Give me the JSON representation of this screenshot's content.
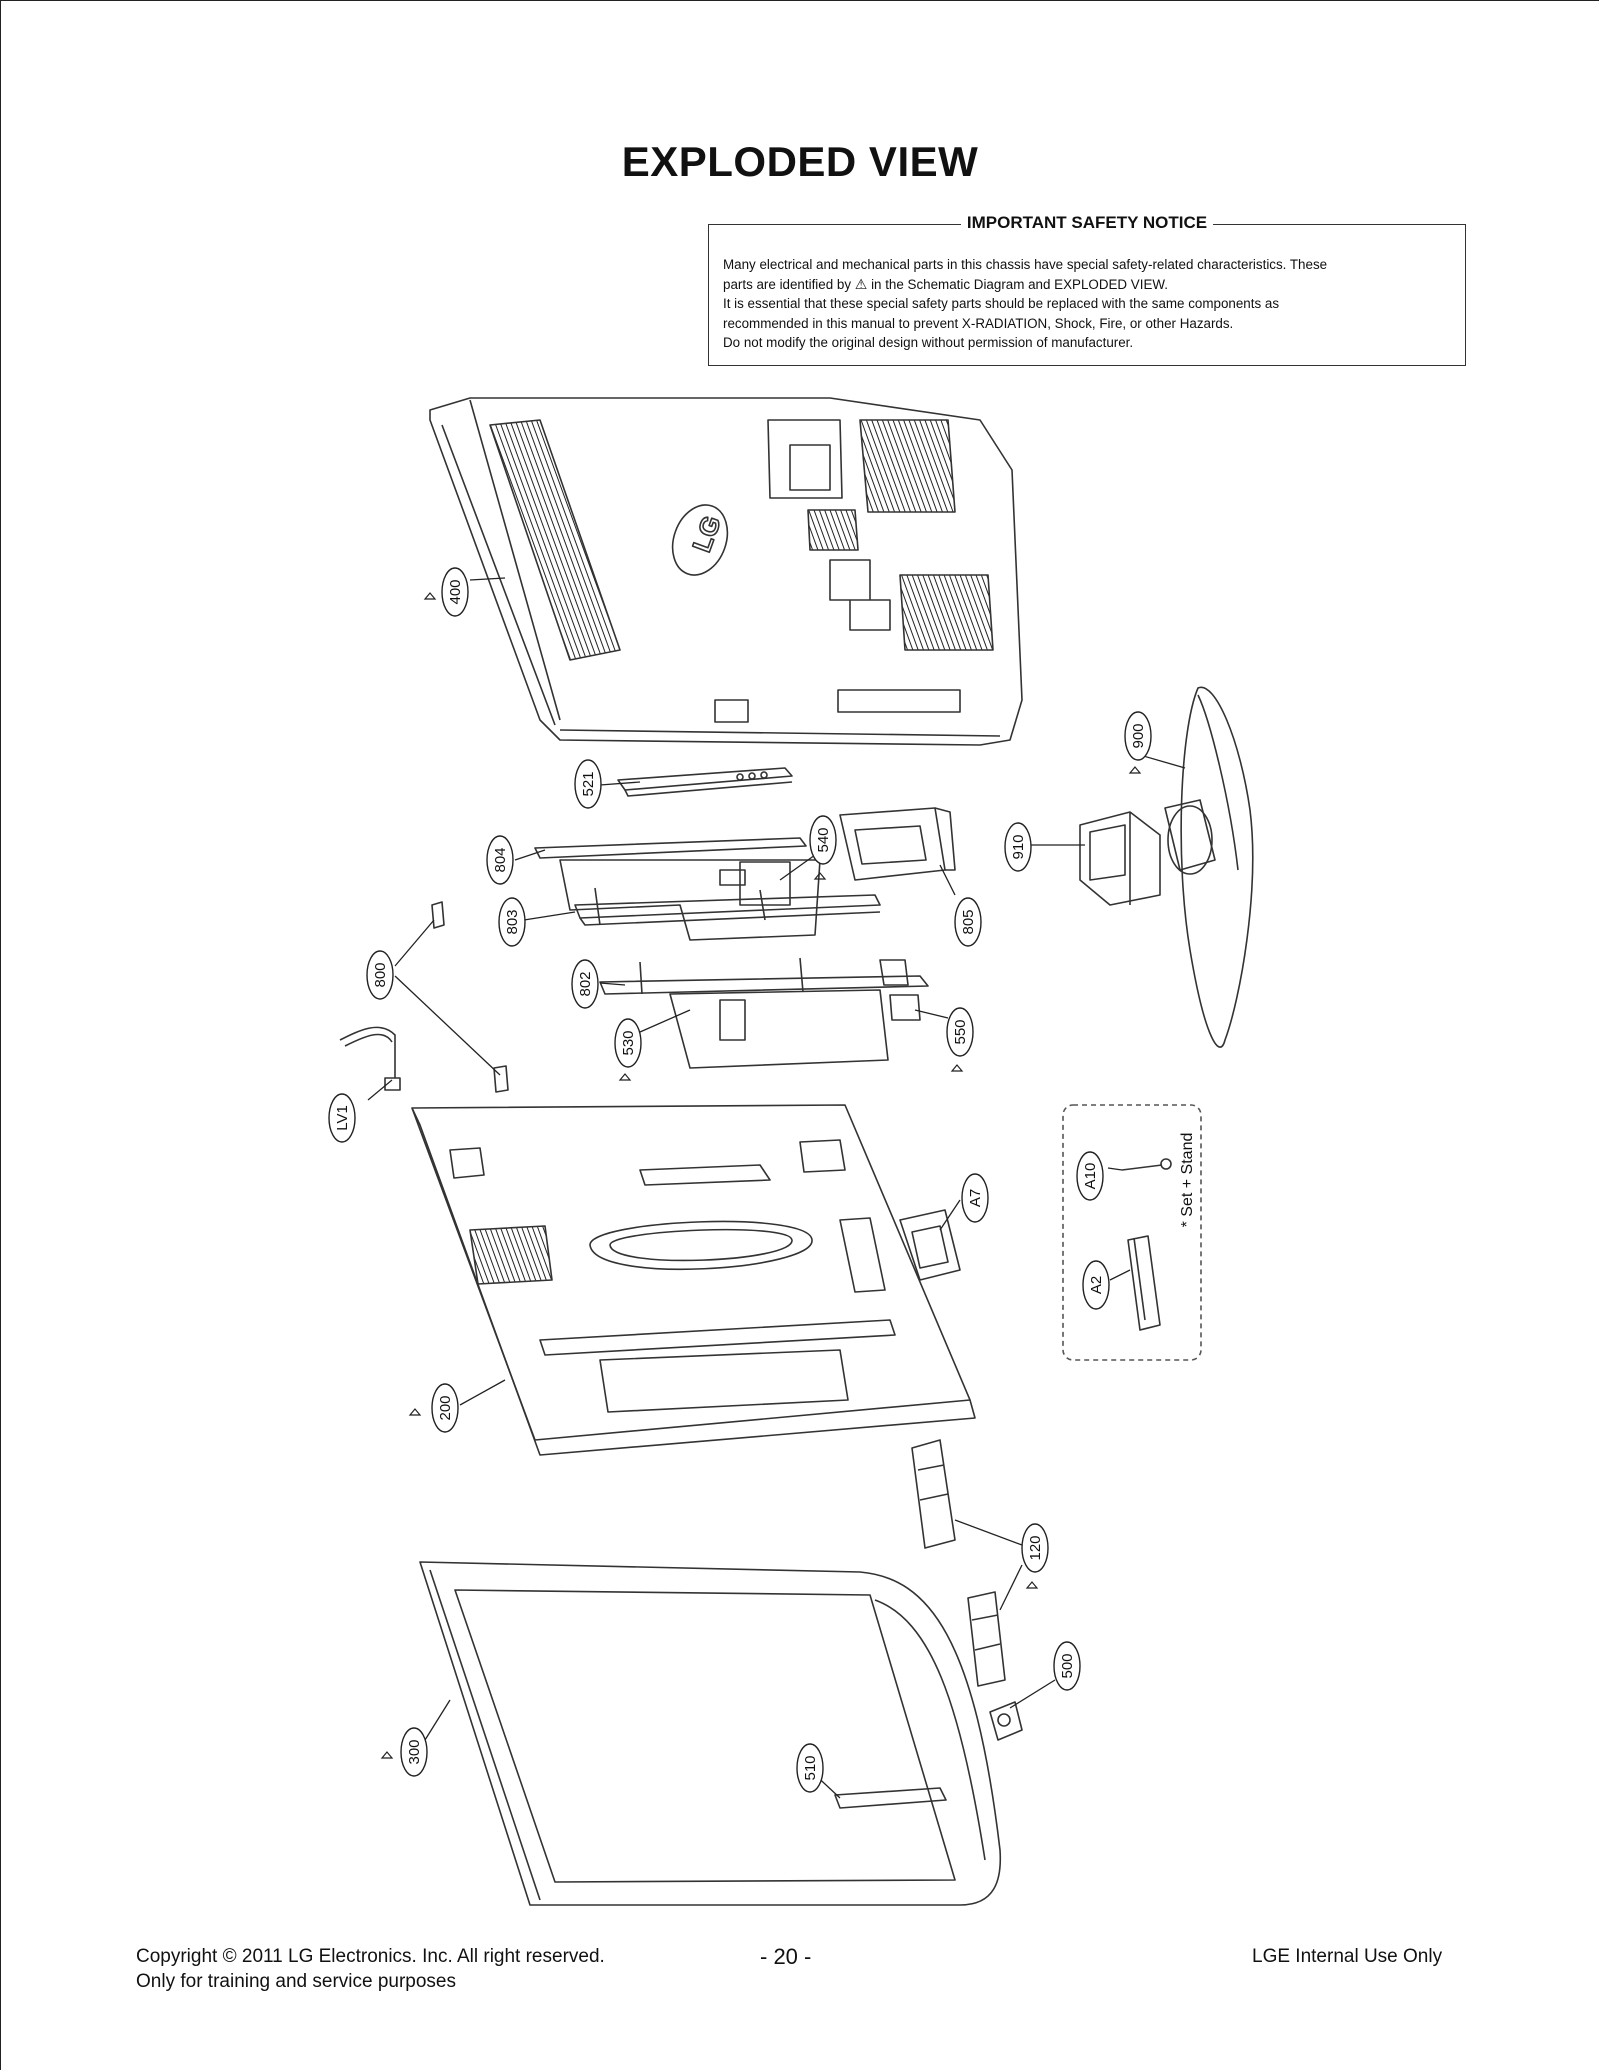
{
  "title": "EXPLODED VIEW",
  "notice": {
    "title": "IMPORTANT SAFETY NOTICE",
    "line1": "Many electrical and mechanical parts in this chassis have special safety-related characteristics. These",
    "line2a": "parts are identified by",
    "line2b": "in the Schematic Diagram and EXPLODED VIEW.",
    "line3": "It is essential that these special safety parts should be replaced with the same components as",
    "line4": "recommended in this manual to prevent X-RADIATION, Shock, Fire, or other Hazards.",
    "line5": "Do not modify the original design without permission of manufacturer."
  },
  "callouts": {
    "c400": "400",
    "c521": "521",
    "c804": "804",
    "c540": "540",
    "c803": "803",
    "c805": "805",
    "c910": "910",
    "c900": "900",
    "c800": "800",
    "c802": "802",
    "c530": "530",
    "c550": "550",
    "lv1": "LV1",
    "a7": "A7",
    "a10": "A10",
    "a2": "A2",
    "c200": "200",
    "c120": "120",
    "c500": "500",
    "c300": "300",
    "c510": "510"
  },
  "set_stand_label": "* Set + Stand",
  "footer": {
    "copyright": "Copyright  © 2011  LG Electronics. Inc. All right reserved.",
    "purpose": "Only for training and service purposes",
    "page_number": "- 20 -",
    "internal": "LGE Internal Use Only"
  }
}
